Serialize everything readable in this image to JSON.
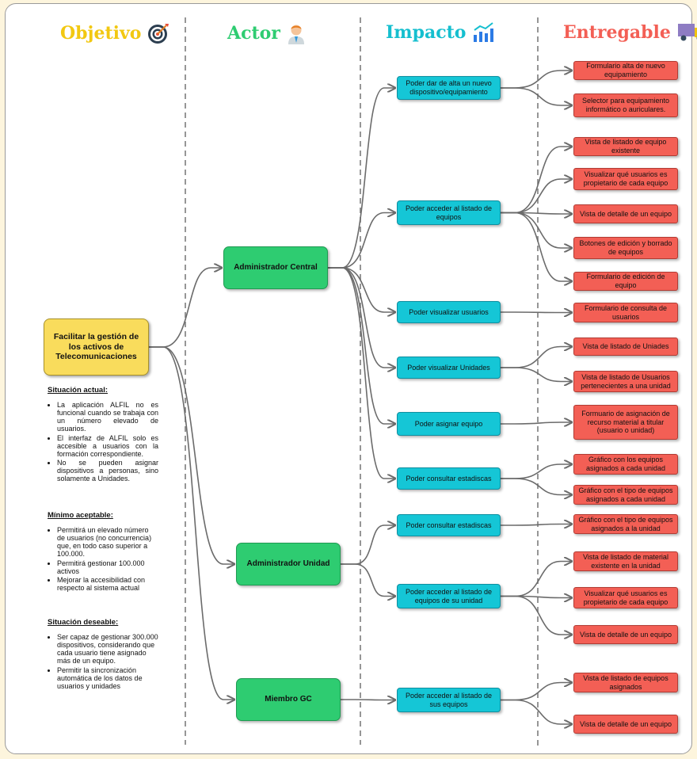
{
  "headers": {
    "objetivo": {
      "label": "Objetivo",
      "color": "#f2c811",
      "icon": "target-icon"
    },
    "actor": {
      "label": "Actor",
      "color": "#2ecc71",
      "icon": "person-icon"
    },
    "impacto": {
      "label": "Impacto",
      "color": "#15bfcf",
      "icon": "chart-icon"
    },
    "entregable": {
      "label": "Entregable",
      "color": "#f35f55",
      "icon": "truck-icon"
    }
  },
  "goal": {
    "label": "Facilitar la gestión de los activos de Telecomunicaciones"
  },
  "actors": [
    {
      "label": "Administrador Central"
    },
    {
      "label": "Administrador Unidad"
    },
    {
      "label": "Miembro GC"
    }
  ],
  "impacts": [
    {
      "label": "Poder dar de alta un nuevo dispositivo/equipamiento"
    },
    {
      "label": "Poder acceder al listado de equipos"
    },
    {
      "label": "Poder visualizar usuarios"
    },
    {
      "label": "Poder visualizar Unidades"
    },
    {
      "label": "Poder  asignar equipo"
    },
    {
      "label": "Poder  consultar estadiscas"
    },
    {
      "label": "Poder  consultar estadiscas"
    },
    {
      "label": "Poder acceder al listado de equipos de su unidad"
    },
    {
      "label": "Poder acceder al listado de sus equipos"
    }
  ],
  "deliverables": [
    {
      "label": "Formulario alta de nuevo equipamiento"
    },
    {
      "label": "Selector para equipamiento informático o auriculares."
    },
    {
      "label": "Vista de listado de equipo existente"
    },
    {
      "label": "Visualizar qué usuarios es propietario de cada equipo"
    },
    {
      "label": "Vista de detalle de un equipo"
    },
    {
      "label": "Botones de edición y borrado de equipos"
    },
    {
      "label": "Formulario de edición de equipo"
    },
    {
      "label": "Formulario de consulta de usuarios"
    },
    {
      "label": "Vista de listado de Uniades"
    },
    {
      "label": "Vista de listado de Usuarios pertenecientes a una unidad"
    },
    {
      "label": "Formuario de asignación de recurso material a titular (usuario o unidad)"
    },
    {
      "label": "Gráfico con los equipos asignados a cada unidad"
    },
    {
      "label": "Gráfico con el tipo de equipos asignados a cada unidad"
    },
    {
      "label": "Gráfico con el tipo de equipos asignados a la unidad"
    },
    {
      "label": "Vista de listado de material existente en la unidad"
    },
    {
      "label": "Visualizar qué usuarios es propietario de cada equipo"
    },
    {
      "label": "Vista de detalle de un equipo"
    },
    {
      "label": "Vista de listado de equipos asignados"
    },
    {
      "label": "Vista de detalle de un equipo"
    }
  ],
  "notes": {
    "actual": {
      "title": "Situación actual:",
      "items": [
        "La aplicación ALFIL no es funcional cuando se trabaja con un número elevado de usuarios.",
        "El interfaz de ALFIL solo es accesible a usuarios con la formación correspondiente.",
        "No se pueden asignar dispositivos a personas, sino solamente a Unidades."
      ]
    },
    "minimo": {
      "title": "Mínimo aceptable:",
      "items": [
        "Permitirá un elevado número de usuarios (no concurrencia) que, en todo caso superior a 100.000.",
        "Permitirá gestionar 100.000 activos",
        "Mejorar la accesibilidad con respecto al sistema actual"
      ]
    },
    "deseable": {
      "title": "Situación deseable:",
      "items": [
        "Ser capaz de gestionar 300.000 dispositivos, considerando que cada usuario tiene asignado más de un equipo.",
        "Permitir la sincronización automática de los datos de usuarios y unidades"
      ]
    }
  }
}
